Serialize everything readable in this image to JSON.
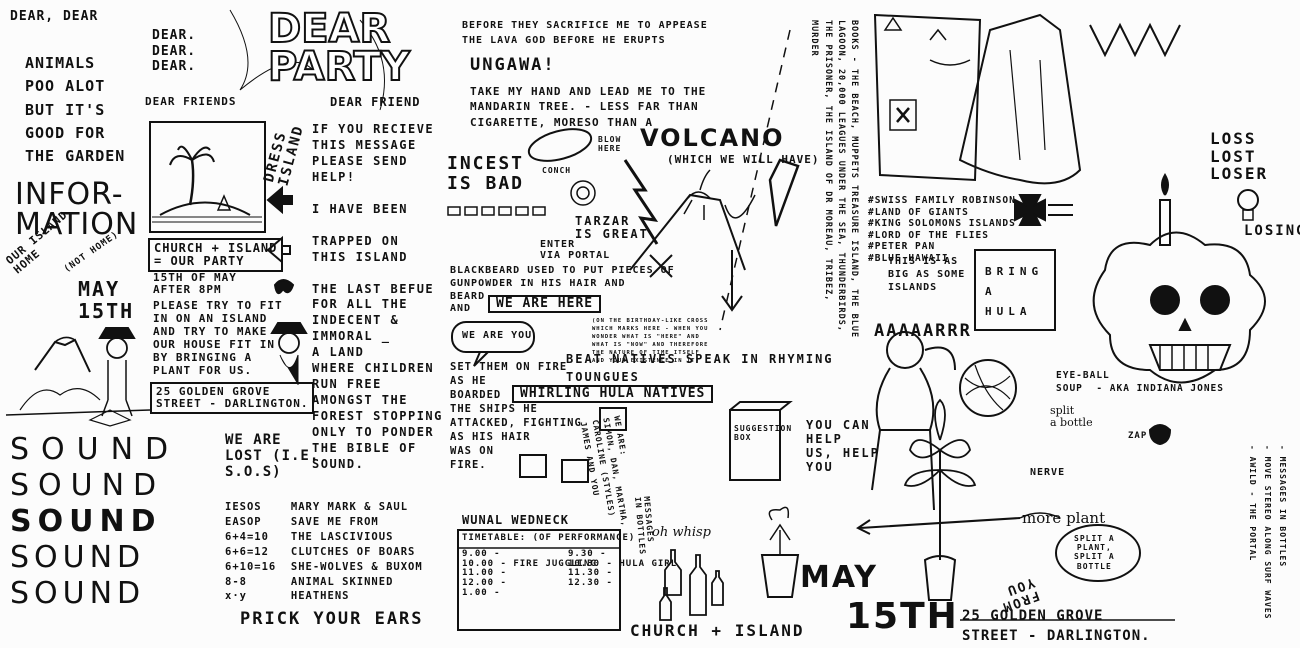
{
  "panel1": {
    "dear_dear": "DEAR, DEAR",
    "animals": "ANIMALS\nPOO ALOT\nBUT IT'S\nGOOD FOR\nTHE GARDEN",
    "information": "INFOR-\nMATION",
    "our_island_home": "OUR ISLAND\nHOME",
    "not_home": "(NOT HOME)",
    "may_15th": "MAY\n15TH",
    "sound_lines": [
      "SOUND",
      "SOUND",
      "SOUND",
      "SOUND",
      "SOUND"
    ]
  },
  "panel2": {
    "dear_stack": "DEAR.\nDEAR.\nDEAR.",
    "dear_party": "DEAR\nPARTY",
    "dear_friends_left": "DEAR FRIENDS",
    "dear_friend_right": "DEAR FRIEND",
    "dress_island": "DRESS\nISLAND",
    "church_island": "CHURCH + ISLAND\n= OUR PARTY",
    "date_time": "15TH OF MAY\nAFTER 8PM",
    "please_try": "PLEASE TRY TO FIT\nIN ON AN ISLAND\nAND TRY TO MAKE\nOUR HOUSE FIT IN\nBY BRINGING A\nPLANT FOR US.",
    "address": "25 GOLDEN GROVE\nSTREET - DARLINGTON.",
    "letter": "IF YOU RECIEVE\nTHIS MESSAGE\nPLEASE SEND\nHELP!\n\nI HAVE BEEN\n\nTRAPPED ON\nTHIS ISLAND\n\nTHE LAST BEFUE\nFOR ALL THE\nINDECENT &\nIMMORAL _\nA LAND\nWHERE CHILDREN\nRUN FREE\nAMONGST THE\nFOREST STOPPING\nONLY TO PONDER\nTHE BIBLE OF\nSOUND.",
    "we_are_lost": "WE ARE\nLOST (I.E.\nS.O.S)",
    "verse": "IESOS    MARY MARK & SAUL\nEASOP    SAVE ME FROM\n6+4=10   THE LASCIVIOUS\n6+6=12   CLUTCHES OF BOARS\n6+10=16  SHE-WOLVES & BUXOM\n8-8      ANIMAL SKINNED\nx·y      HEATHENS",
    "prick_your_ears": "PRICK YOUR EARS"
  },
  "panel3": {
    "before": "BEFORE THEY SACRIFICE ME TO APPEASE\nTHE LAVA GOD BEFORE HE ERUPTS",
    "ungawa": "UNGAWA!",
    "take_my_hand": "TAKE MY HAND AND LEAD ME TO THE\nMANDARIN TREE. - LESS FAR THAN\nCIGARETTE, MORESO THAN A",
    "volcano": "VOLCANO",
    "which_we_will_have": "(WHICH WE WILL HAVE)",
    "incest": "INCEST\nIS BAD",
    "blow_here": "BLOW\nHERE",
    "conch": "CONCH",
    "tarzan": "TARZAR\nIS GREAT",
    "enter_via_portal": "ENTER\nVIA PORTAL",
    "blackbeard": "BLACKBEARD USED TO PUT PIECES OF\nGUNPOWDER IN HIS HAIR AND\nBEARD\nAND",
    "we_are_here": "WE ARE HERE",
    "cross_note": "(ON THE BIRTHDAY-LIKE CROSS\nWHICH MARKS HERE - WHEN YOU\nWONDER WHAT IS \"HERE\" AND\nWHAT IS \"NOW\" AND THEREFORE\nTHE NATURE OF TIME ITSELF\nAND YOUR EXISTENCE IN IT)",
    "we_are_you": "WE ARE YOU",
    "set_them_on_fire": "SET THEM ON FIRE\nAS HE\nBOARDED\nTHE SHIPS HE\nATTACKED, FIGHTING\nAS HIS HAIR\nWAS ON\nFIRE.",
    "beat_natives": "BEAT NATIVES SPEAK IN RHYMING\nTOUNGUES",
    "whirling": "WHIRLING HULA NATIVES",
    "we_are_names": "WE ARE:\nSIMON, DAN, MARTHA,\nCAROLINE (STYLES)\nJAMES AND YOU",
    "suggestion_box": "SUGGESTION\nBOX",
    "you_can_help": "YOU CAN\nHELP\nUS, HELP\nYOU",
    "wunal": "WUNAL WEDNECK",
    "timetable_head": "TIMETABLE: (OF PERFORMANCE)",
    "times_left": [
      "9.00 -",
      "10.00 - FIRE JUGGLING",
      "11.00 -",
      "12.00 -",
      "1.00 -"
    ],
    "times_right": [
      "9.30 -",
      "10.30 - HULA GIRL",
      "11.30 -",
      "12.30 -"
    ],
    "messages_in_bottles": "MESSAGES\nIN BOTTLES",
    "oh_whisp": "oh whisp",
    "church_island_bottom": "CHURCH + ISLAND"
  },
  "panel4": {
    "books": "BOOKS - THE BEACH, MUPPETS TREASURE ISLAND, THE BLUE\nLAGOON, 20,000 LEAGUES UNDER THE SEA, THUNDERBIRDS,\nTHE PRISONER, THE ISLAND OF DR MOREAU, TRIBEZ,\nMURDER",
    "list": "#SWISS FAMILY ROBINSON\n#LAND OF GIANTS\n#KING SOLOMONS ISLANDS\n#LORD OF THE FLIES\n#PETER PAN\n#BLUE HAWAII",
    "this_is_as_big": "THIS IS AS\nBIG AS SOME\nISLANDS",
    "bring_a_hula": "BRING\nA\nHULA",
    "aaaaarrr": "AAAAARRR",
    "loss": "LOSS\nLOST\nLOSER",
    "losing": "LOSING",
    "eyeball": "EYE-BALL\nSOUP  - AKA INDIANA JONES",
    "split_a_bottle": "split\na bottle",
    "zap": "ZAP",
    "nerve": "NERVE",
    "more_plant": "more plant",
    "from_you": "FROM\nYOU",
    "split_a_plant": "SPLIT A\nPLANT,\nSPLIT A\nBOTTLE",
    "may": "MAY",
    "fifteenth": "15TH",
    "address": "25 GOLDEN GROVE\nSTREET - DARLINGTON.",
    "side_note": "- MESSAGES IN BOTTLES\n- MOVE STEREO ALONG SURF WAVES\n- AWILD - THE PORTAL"
  }
}
